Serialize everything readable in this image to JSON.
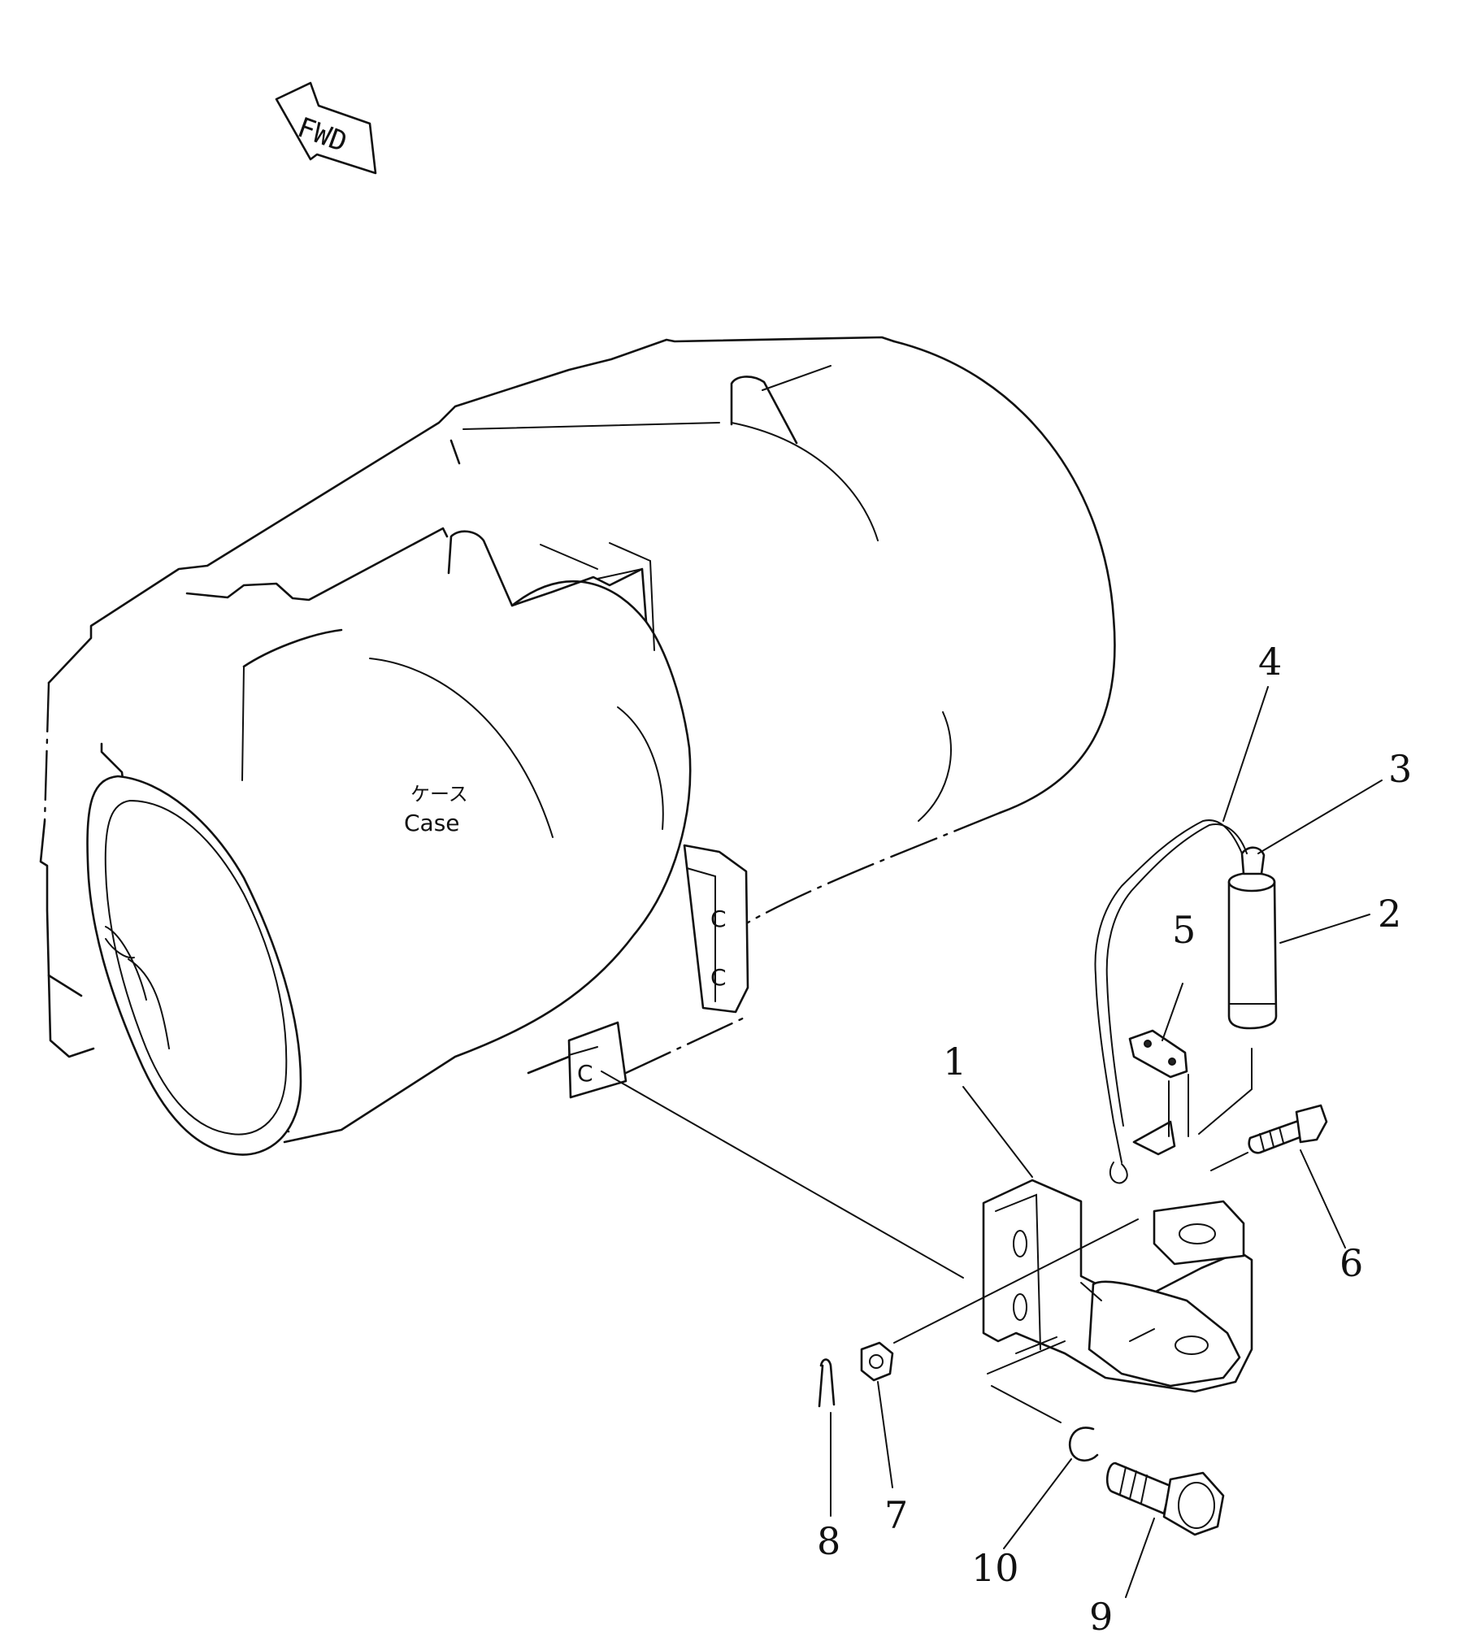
{
  "direction_indicator": {
    "text": "FWD"
  },
  "case_label": {
    "japanese": "ケース",
    "english": "Case"
  },
  "callouts": [
    {
      "id": "1",
      "text": "1"
    },
    {
      "id": "2",
      "text": "2"
    },
    {
      "id": "3",
      "text": "3"
    },
    {
      "id": "4",
      "text": "4"
    },
    {
      "id": "5",
      "text": "5"
    },
    {
      "id": "6",
      "text": "6"
    },
    {
      "id": "7",
      "text": "7"
    },
    {
      "id": "8",
      "text": "8"
    },
    {
      "id": "9",
      "text": "9"
    },
    {
      "id": "10",
      "text": "10"
    }
  ]
}
